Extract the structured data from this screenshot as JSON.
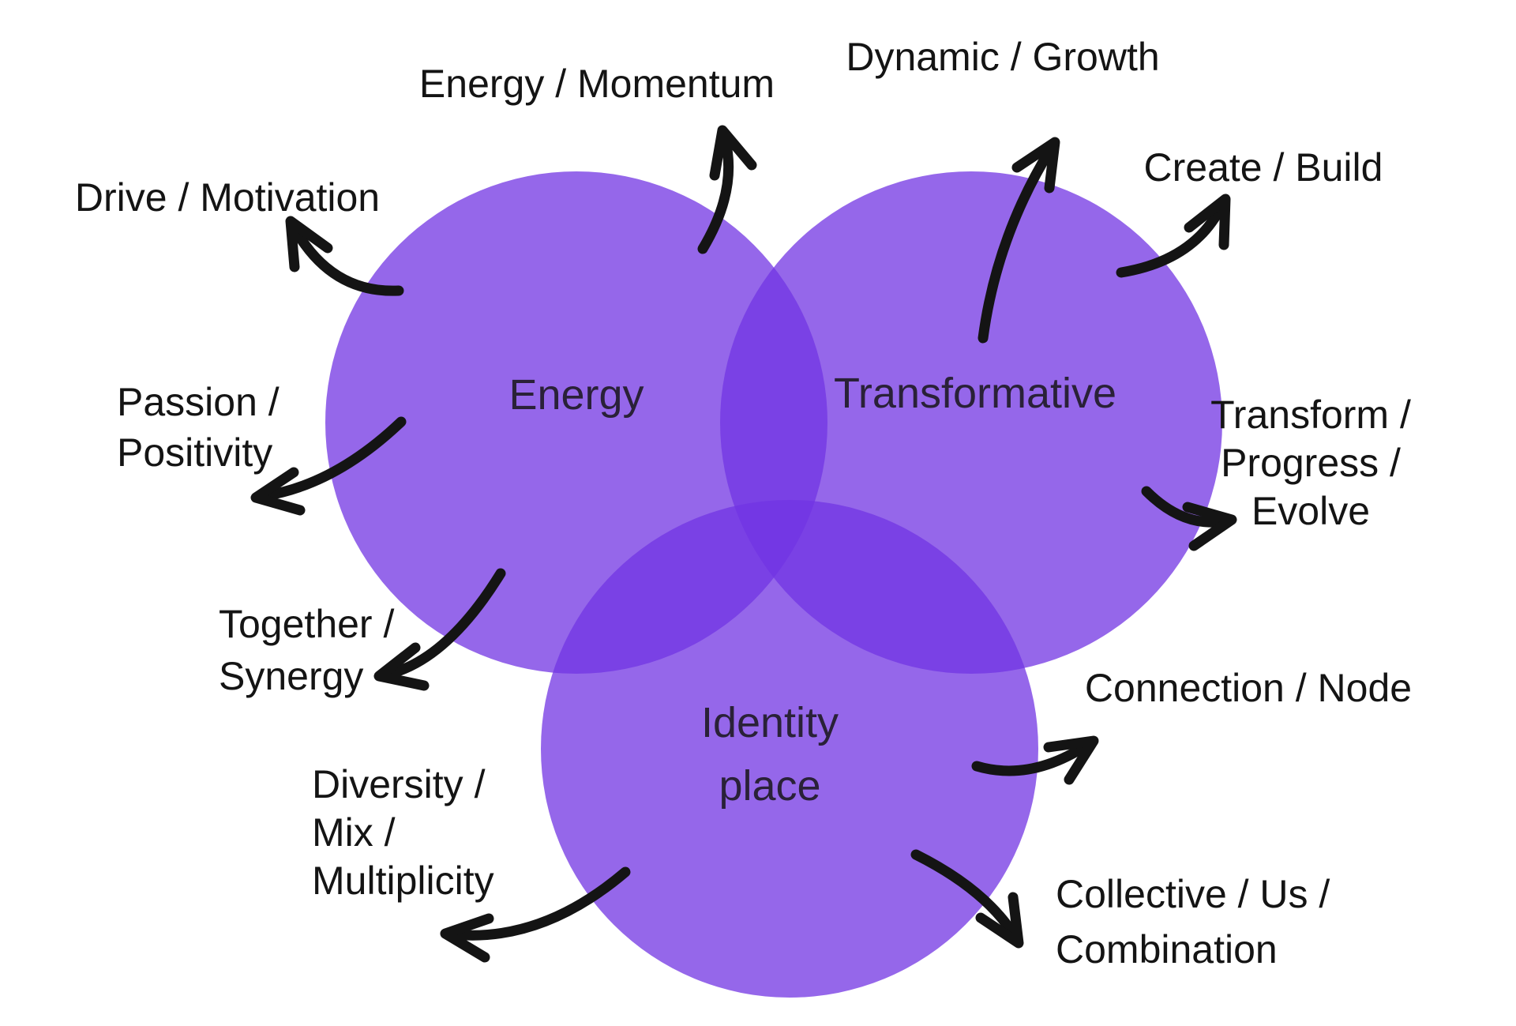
{
  "page": {
    "background": "#ffffff"
  },
  "diagram": {
    "type": "venn-3-circles",
    "colors": {
      "circle_fill": "rgba(113, 52, 227, 0.75)",
      "circle_single_hex": "#9467E9",
      "overlap_two_hex": "#7C41E8",
      "overlap_three_hex": "#7337E3",
      "arrow": "#141414",
      "circle_label_text": "#2a2138",
      "annotation_text": "#141414"
    },
    "circles": [
      {
        "id": "energy",
        "label": "Energy"
      },
      {
        "id": "transformative",
        "label": "Transformative"
      },
      {
        "id": "identity-place",
        "lines": [
          "Identity",
          "place"
        ]
      }
    ],
    "annotations": [
      {
        "id": "energy-momentum",
        "lines": [
          "Energy / Momentum"
        ]
      },
      {
        "id": "dynamic-growth",
        "lines": [
          "Dynamic / Growth"
        ]
      },
      {
        "id": "create-build",
        "lines": [
          "Create / Build"
        ]
      },
      {
        "id": "drive-motivation",
        "lines": [
          "Drive / Motivation"
        ]
      },
      {
        "id": "passion-positivity",
        "lines": [
          "Passion /",
          "Positivity"
        ]
      },
      {
        "id": "together-synergy",
        "lines": [
          "Together /",
          "Synergy"
        ]
      },
      {
        "id": "diversity-mix-multiplicity",
        "lines": [
          "Diversity /",
          "Mix /",
          "Multiplicity"
        ]
      },
      {
        "id": "transform-progress-evolve",
        "lines": [
          "Transform /",
          "Progress /",
          "Evolve"
        ]
      },
      {
        "id": "connection-node",
        "lines": [
          "Connection / Node"
        ]
      },
      {
        "id": "collective-us-combination",
        "lines": [
          "Collective / Us /",
          "Combination"
        ]
      }
    ]
  }
}
